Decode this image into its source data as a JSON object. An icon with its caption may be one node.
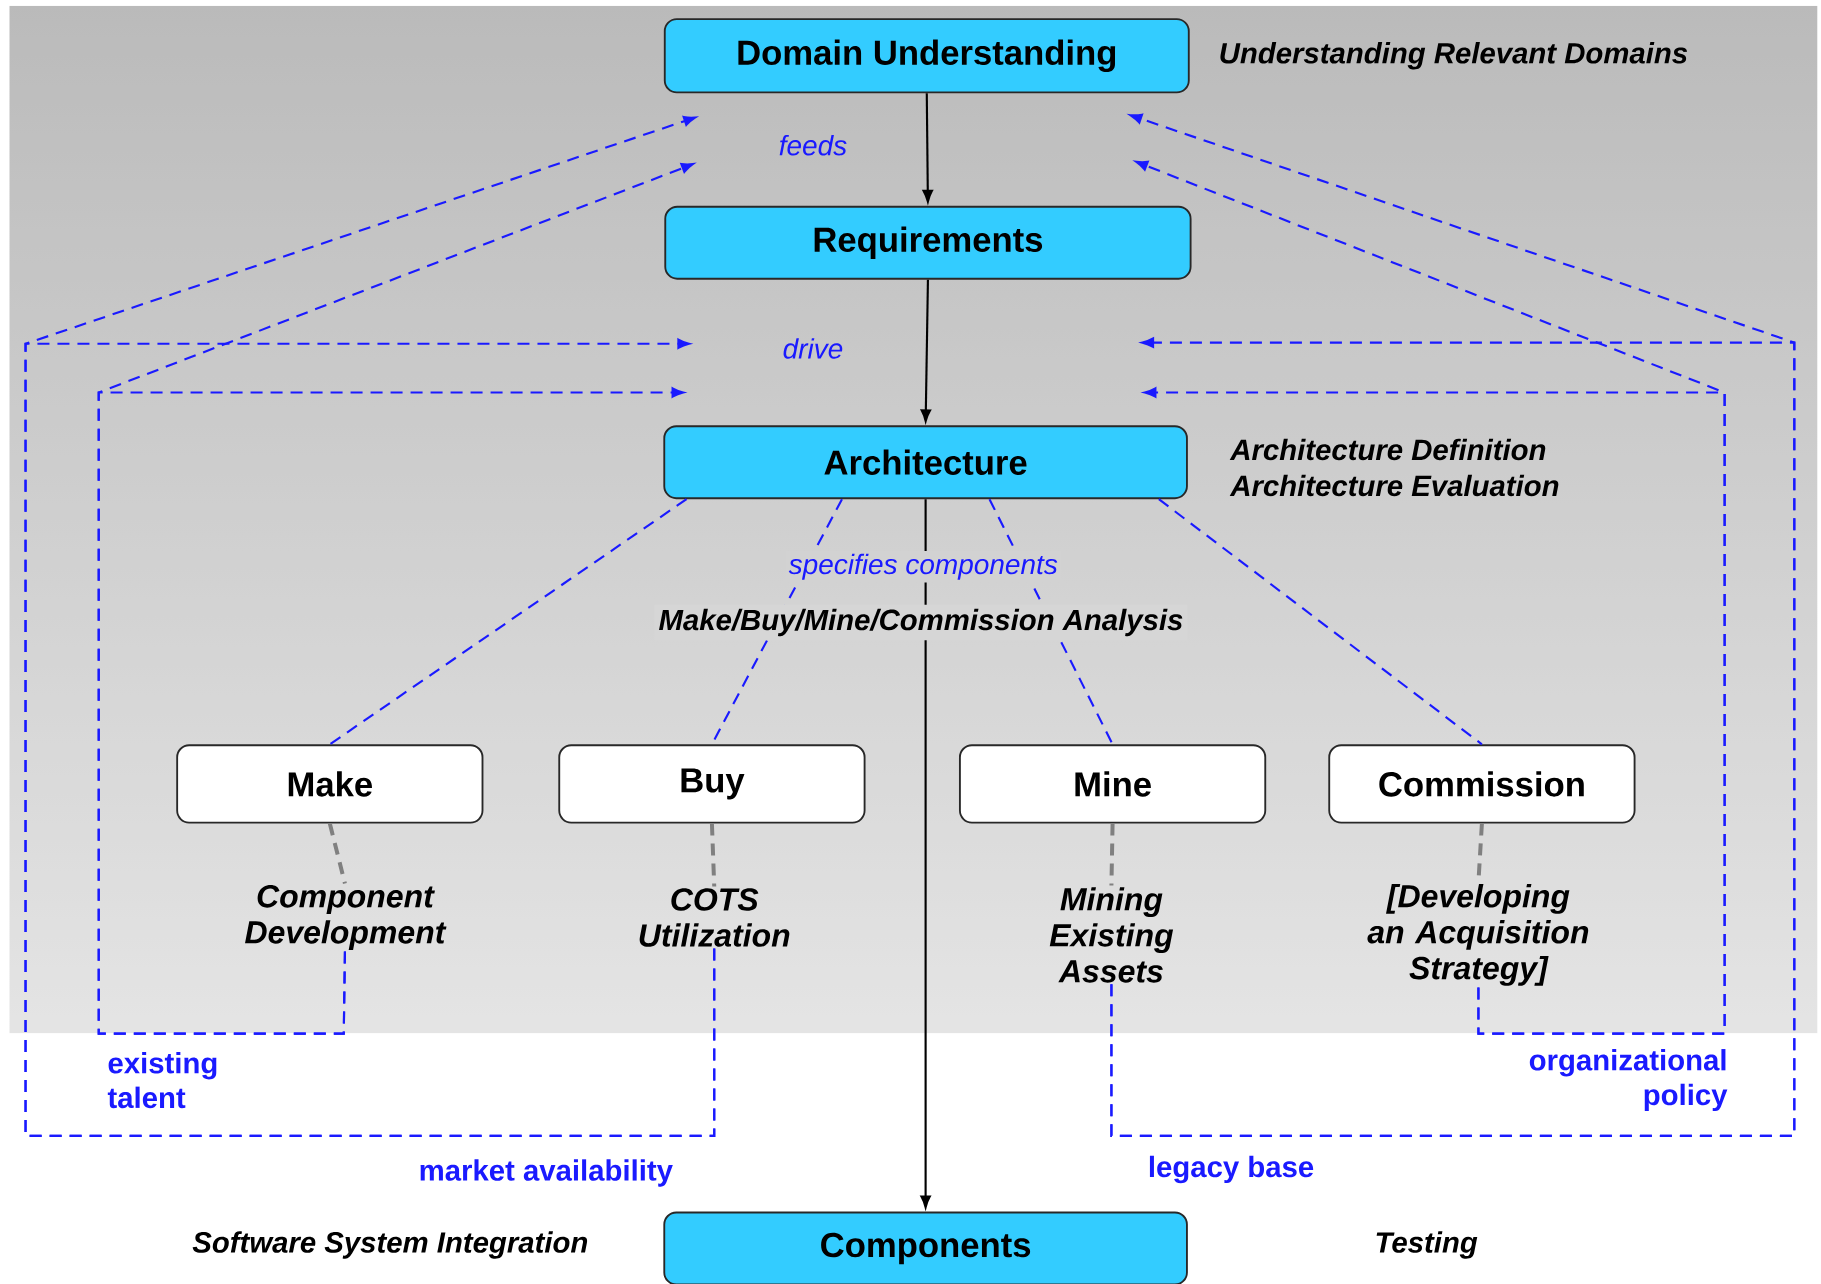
{
  "diagram": {
    "nodes": [
      {
        "text": [
          "Domain Understanding"
        ],
        "beside": [
          "Understanding Relevant Domains"
        ]
      },
      {
        "text": [
          "Requirements"
        ]
      },
      {
        "text": [
          "Architecture"
        ],
        "beside": [
          "Architecture Definition",
          "Architecture Evaluation"
        ]
      },
      {
        "text": [
          "Make"
        ]
      },
      {
        "text": [
          "Buy"
        ]
      },
      {
        "text": [
          "Mine"
        ]
      },
      {
        "text": [
          "Commission"
        ]
      },
      {
        "text": [
          "Component Development"
        ]
      },
      {
        "text": [
          "COTS Utilization"
        ]
      },
      {
        "text": [
          "Mining Existing Assets"
        ]
      },
      {
        "text": [
          "[Developing an Acquisition Strategy]"
        ]
      },
      {
        "text": [
          "Components"
        ],
        "beside": [
          "Software System Integration"
        ]
      }
    ],
    "edges": [
      {
        "from": 0,
        "to": 1,
        "arrow": "to",
        "label": "feeds",
        "color": "#000000"
      },
      {
        "from": 1,
        "to": 2,
        "arrow": "to",
        "label": "drive",
        "color": "#000000"
      },
      {
        "from": 2,
        "to": 11,
        "arrow": "to",
        "label": "specifies components",
        "color": "#000000"
      },
      {
        "from": 2,
        "to": 3,
        "arrow": "none",
        "style": "dashed"
      },
      {
        "from": 2,
        "to": 4,
        "arrow": "none",
        "style": "dashed"
      },
      {
        "from": 2,
        "to": 5,
        "arrow": "none",
        "style": "dashed"
      },
      {
        "from": 2,
        "to": 6,
        "arrow": "none",
        "style": "dashed"
      },
      {
        "from": 3,
        "to": 7,
        "arrow": "none",
        "style": "dashed",
        "color": "#808080"
      },
      {
        "from": 4,
        "to": 8,
        "arrow": "none",
        "style": "dashed",
        "color": "#808080"
      },
      {
        "from": 5,
        "to": 9,
        "arrow": "none",
        "style": "dashed",
        "color": "#808080"
      },
      {
        "from": 6,
        "to": 10,
        "arrow": "none",
        "style": "dashed",
        "color": "#808080"
      },
      {
        "from": 7,
        "to": null,
        "arrow": "to",
        "style": "dashed",
        "label": "existing talent"
      },
      {
        "from": 7,
        "to": null,
        "arrow": "to",
        "style": "dashed"
      },
      {
        "from": 8,
        "to": null,
        "arrow": "to",
        "style": "dashed",
        "label": "market availability"
      },
      {
        "from": 8,
        "to": null,
        "arrow": "to",
        "style": "dashed"
      },
      {
        "from": 9,
        "to": null,
        "arrow": "to",
        "style": "dashed",
        "label": "legacy base"
      },
      {
        "from": 9,
        "to": null,
        "arrow": "to",
        "style": "dashed"
      },
      {
        "from": 10,
        "to": null,
        "arrow": "to",
        "style": "dashed",
        "label": "organizational policy"
      },
      {
        "from": 10,
        "to": null,
        "arrow": "to",
        "style": "dashed"
      }
    ],
    "labels": [
      "Make/Buy/Mine/Commission Analysis",
      "Testing"
    ]
  }
}
